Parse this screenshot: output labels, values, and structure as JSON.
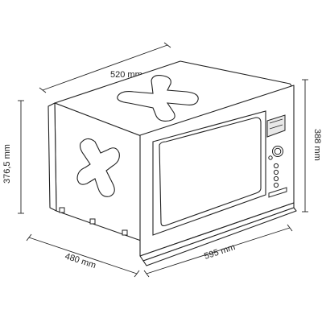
{
  "dimensions": {
    "top_width": "520 mm",
    "left_height": "376,5 mm",
    "right_height": "388 mm",
    "bottom_depth": "480 mm",
    "bottom_width": "595 mm"
  },
  "colors": {
    "line": "#222222",
    "body_fill": "#ffffff",
    "window_fill": "#ffffff"
  }
}
